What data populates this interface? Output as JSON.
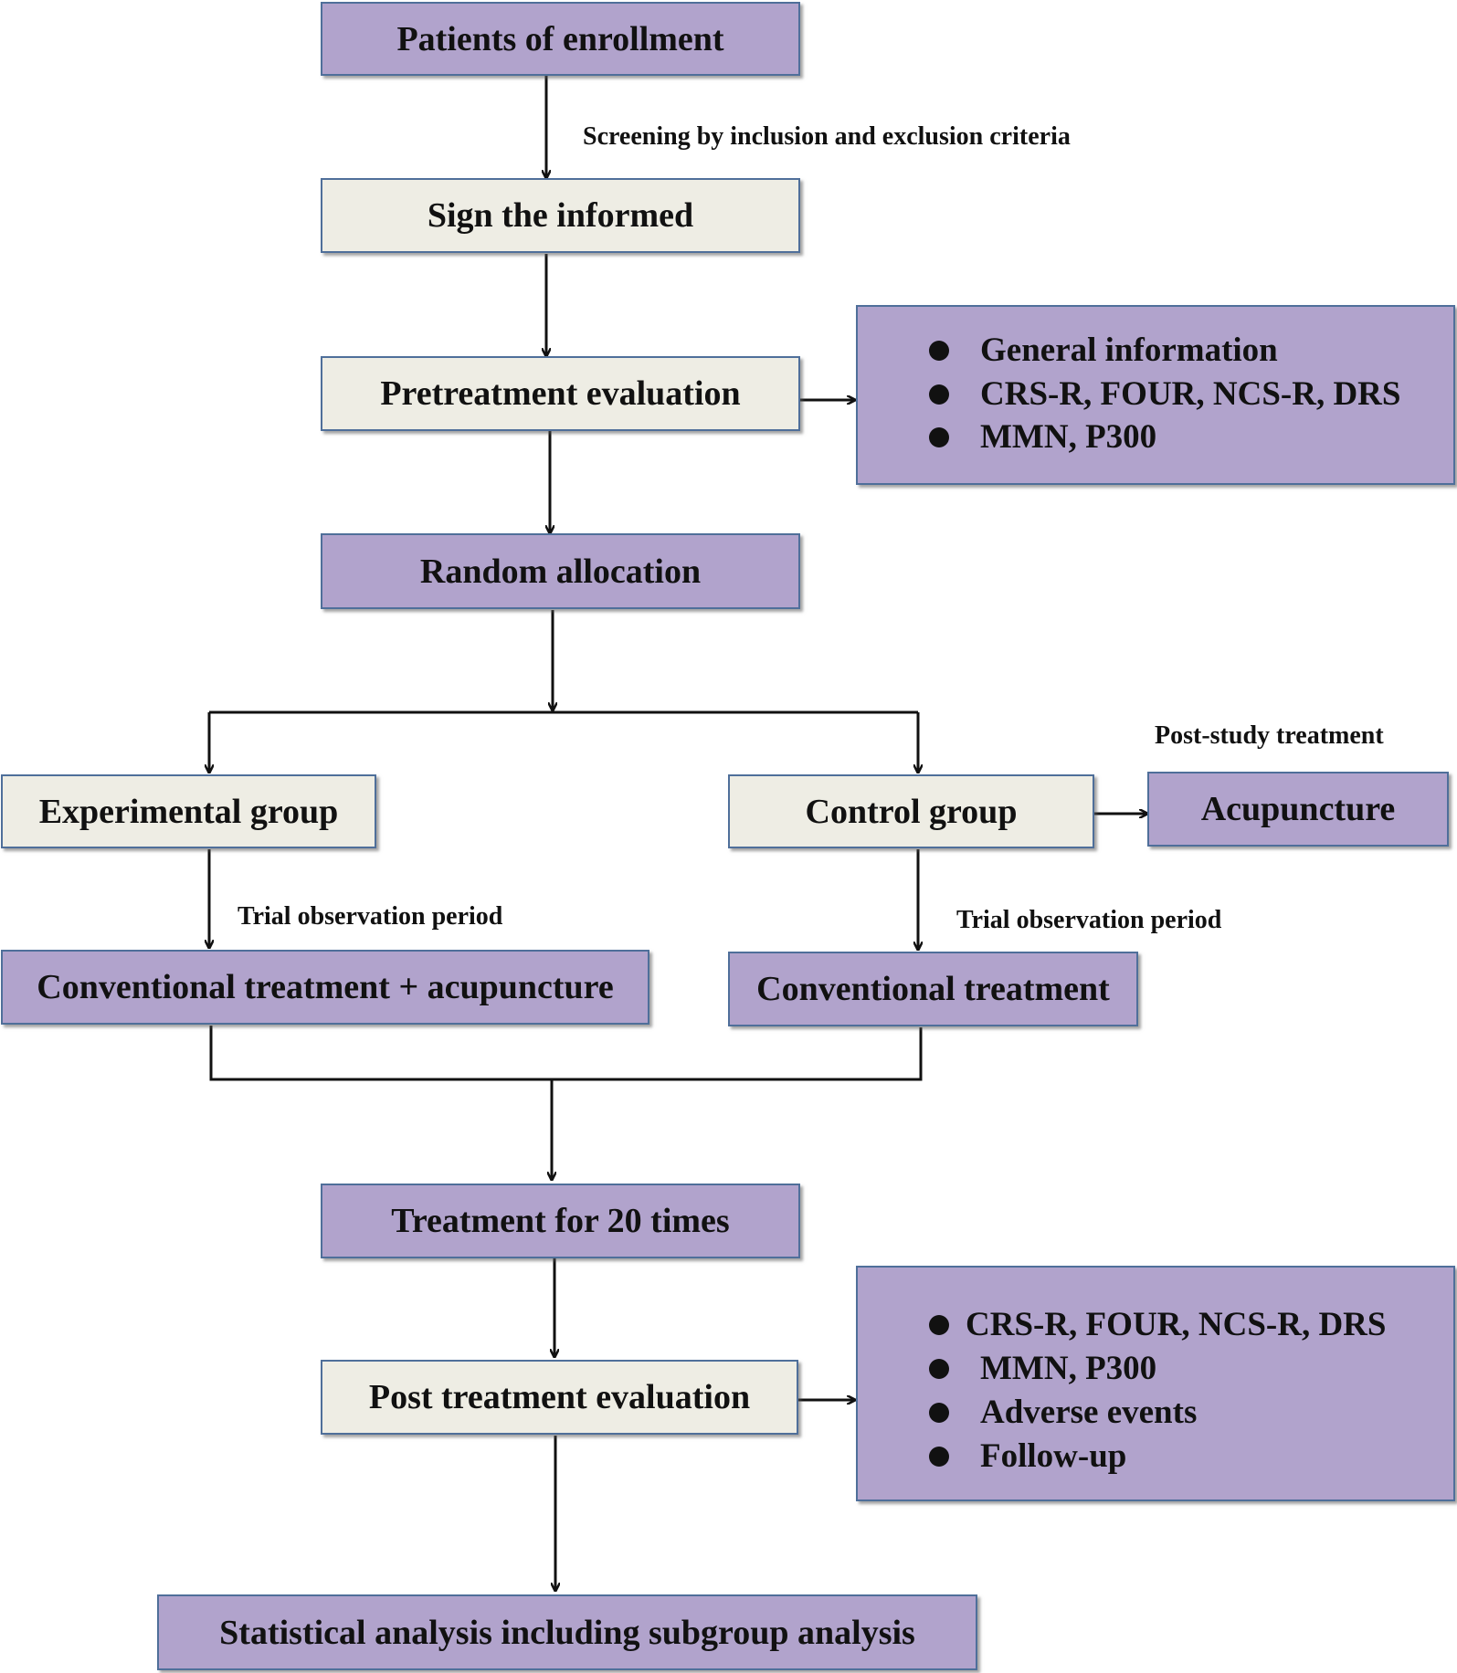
{
  "boxes": {
    "enrollment": "Patients of enrollment",
    "informed": "Sign the informed",
    "pretreatment": "Pretreatment evaluation",
    "random": "Random allocation",
    "experimental": "Experimental group",
    "control": "Control group",
    "acupuncture": "Acupuncture",
    "conv_acu": "Conventional treatment + acupuncture",
    "conv": "Conventional treatment",
    "treatment20": "Treatment for 20 times",
    "post_eval": "Post treatment evaluation",
    "stats": "Statistical analysis including subgroup analysis"
  },
  "notes": {
    "screening": "Screening by inclusion and exclusion criteria",
    "post_study": "Post-study treatment",
    "trial_left": "Trial observation period",
    "trial_right": "Trial observation period"
  },
  "pre_list": [
    "General information",
    "CRS-R, FOUR, NCS-R, DRS",
    "MMN, P300"
  ],
  "post_list": [
    "CRS-R, FOUR, NCS-R, DRS",
    "MMN, P300",
    "Adverse events",
    "Follow-up"
  ],
  "colors": {
    "purple_fill": "#b1a3cc",
    "cream_fill": "#eeede4",
    "border": "#4f6f9a",
    "arrow": "#111111"
  }
}
